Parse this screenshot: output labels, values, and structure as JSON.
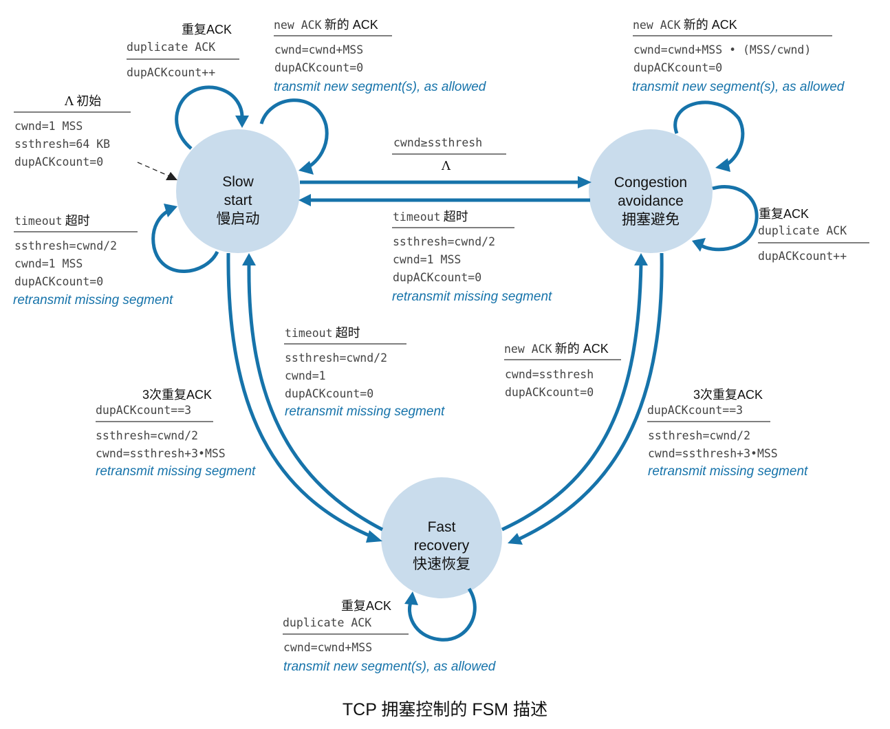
{
  "title": "TCP 拥塞控制的 FSM 描述",
  "states": {
    "slow_start": {
      "line1": "Slow",
      "line2": "start",
      "line3": "慢启动"
    },
    "congestion_avoidance": {
      "line1": "Congestion",
      "line2": "avoidance",
      "line3": "拥塞避免"
    },
    "fast_recovery": {
      "line1": "Fast",
      "line2": "recovery",
      "line3": "快速恢复"
    }
  },
  "initial": {
    "event_symbol": "Λ",
    "event_cn": "初始",
    "actions": [
      "cwnd=1 MSS",
      "ssthresh=64 KB",
      "dupACKcount=0"
    ]
  },
  "ss_dup_ack": {
    "event_cn": "重复ACK",
    "event": "duplicate ACK",
    "actions": [
      "dupACKcount++"
    ]
  },
  "ss_new_ack": {
    "event": "new ACK",
    "event_cn": "新的 ACK",
    "actions": [
      "cwnd=cwnd+MSS",
      "dupACKcount=0"
    ],
    "transmit": "transmit new segment(s), as allowed"
  },
  "ss_timeout": {
    "event": "timeout",
    "event_cn": "超时",
    "actions": [
      "ssthresh=cwnd/2",
      "cwnd=1 MSS",
      "dupACKcount=0"
    ],
    "transmit": "retransmit missing segment"
  },
  "ss_to_ca": {
    "event": "cwnd≥ssthresh",
    "action_symbol": "Λ"
  },
  "ca_timeout": {
    "event": "timeout",
    "event_cn": "超时",
    "actions": [
      "ssthresh=cwnd/2",
      "cwnd=1 MSS",
      "dupACKcount=0"
    ],
    "transmit": "retransmit missing segment"
  },
  "ca_new_ack": {
    "event": "new ACK",
    "event_cn": "新的 ACK",
    "actions": [
      "cwnd=cwnd+MSS • (MSS/cwnd)",
      "dupACKcount=0"
    ],
    "transmit": "transmit new segment(s), as allowed"
  },
  "ca_dup_ack": {
    "event_cn": "重复ACK",
    "event": "duplicate ACK",
    "actions": [
      "dupACKcount++"
    ]
  },
  "fr_timeout": {
    "event": "timeout",
    "event_cn": "超时",
    "actions": [
      "ssthresh=cwnd/2",
      "cwnd=1",
      "dupACKcount=0"
    ],
    "transmit": "retransmit missing segment"
  },
  "fr_new_ack": {
    "event": "new ACK",
    "event_cn": "新的 ACK",
    "actions": [
      "cwnd=ssthresh",
      "dupACKcount=0"
    ]
  },
  "ss_triple_dup": {
    "event_cn": "3次重复ACK",
    "event": "dupACKcount==3",
    "actions": [
      "ssthresh=cwnd/2",
      "cwnd=ssthresh+3•MSS"
    ],
    "transmit": "retransmit missing segment"
  },
  "ca_triple_dup": {
    "event_cn": "3次重复ACK",
    "event": "dupACKcount==3",
    "actions": [
      "ssthresh=cwnd/2",
      "cwnd=ssthresh+3•MSS"
    ],
    "transmit": "retransmit missing segment"
  },
  "fr_dup_ack": {
    "event_cn": "重复ACK",
    "event": "duplicate ACK",
    "actions": [
      "cwnd=cwnd+MSS"
    ],
    "transmit": "transmit new segment(s), as allowed"
  },
  "colors": {
    "accent": "#1673aa",
    "state_fill": "#c9dcec"
  }
}
